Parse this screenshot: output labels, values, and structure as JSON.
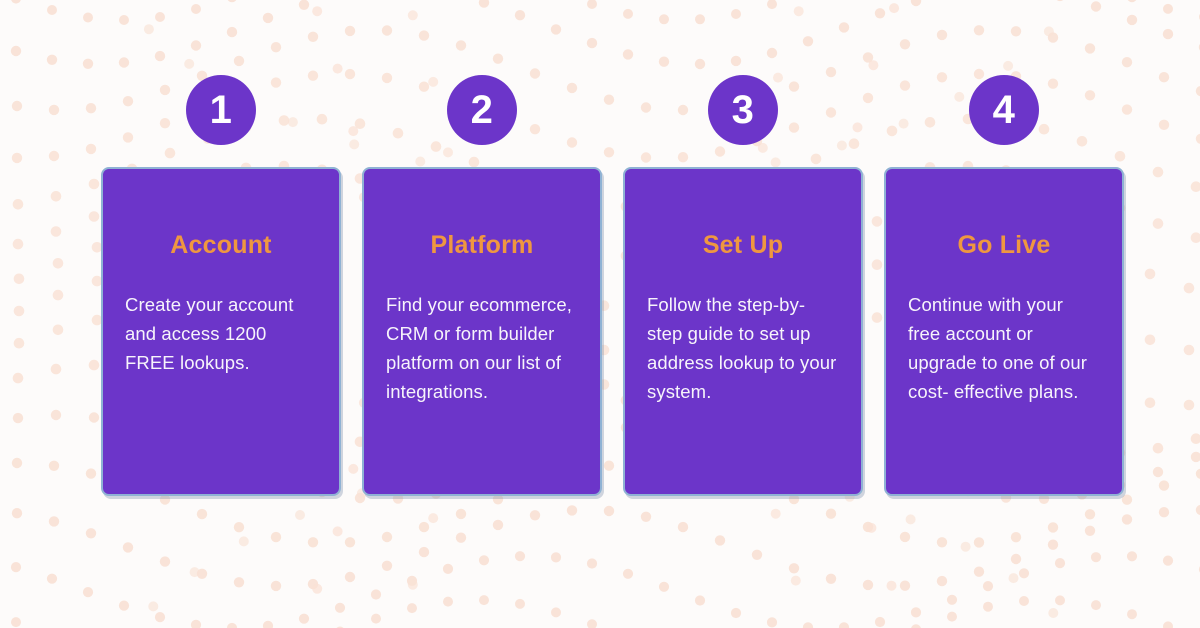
{
  "theme": {
    "background_color": "#fdfbfa",
    "dot_color": "#f9e2d6",
    "card_color": "#6c35c9",
    "card_border_color": "#8fb2d4",
    "badge_color": "#6c35c9",
    "title_color": "#ef9740",
    "body_text_color": "#f7f4fb",
    "badge_text_color": "#ffffff"
  },
  "steps": [
    {
      "number": "1",
      "title": "Account",
      "body": "Create your account and access 1200 FREE lookups."
    },
    {
      "number": "2",
      "title": "Platform",
      "body": "Find your ecommerce, CRM or form builder platform on our list of integrations."
    },
    {
      "number": "3",
      "title": "Set Up",
      "body": "Follow the step-by-step guide to set up address lookup to your system."
    },
    {
      "number": "4",
      "title": "Go Live",
      "body": "Continue with your free account or upgrade to one of our cost- effective plans."
    }
  ]
}
